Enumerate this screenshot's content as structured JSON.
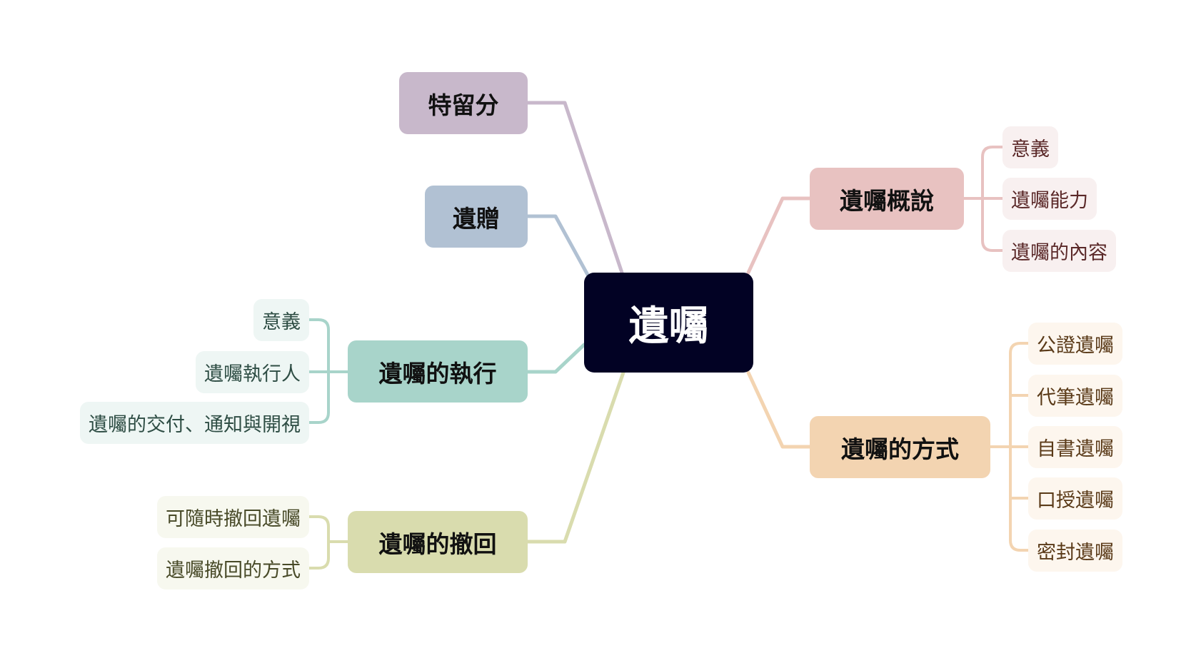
{
  "root": {
    "label": "遺囑",
    "color": "#020224"
  },
  "branches": {
    "reserved_share": {
      "label": "特留分",
      "color": "#c8b8cb"
    },
    "bequest": {
      "label": "遺贈",
      "color": "#b1c1d3"
    },
    "execution": {
      "label": "遺囑的執行",
      "color": "#a8d4ca",
      "children": [
        "意義",
        "遺囑執行人",
        "遺囑的交付、通知與開視"
      ]
    },
    "revocation": {
      "label": "遺囑的撤回",
      "color": "#d9dcae",
      "children": [
        "可隨時撤回遺囑",
        "遺囑撤回的方式"
      ]
    },
    "overview": {
      "label": "遺囑概說",
      "color": "#e8c2c1",
      "children": [
        "意義",
        "遺囑能力",
        "遺囑的內容"
      ]
    },
    "forms": {
      "label": "遺囑的方式",
      "color": "#f3d4b1",
      "children": [
        "公證遺囑",
        "代筆遺囑",
        "自書遺囑",
        "口授遺囑",
        "密封遺囑"
      ]
    }
  }
}
